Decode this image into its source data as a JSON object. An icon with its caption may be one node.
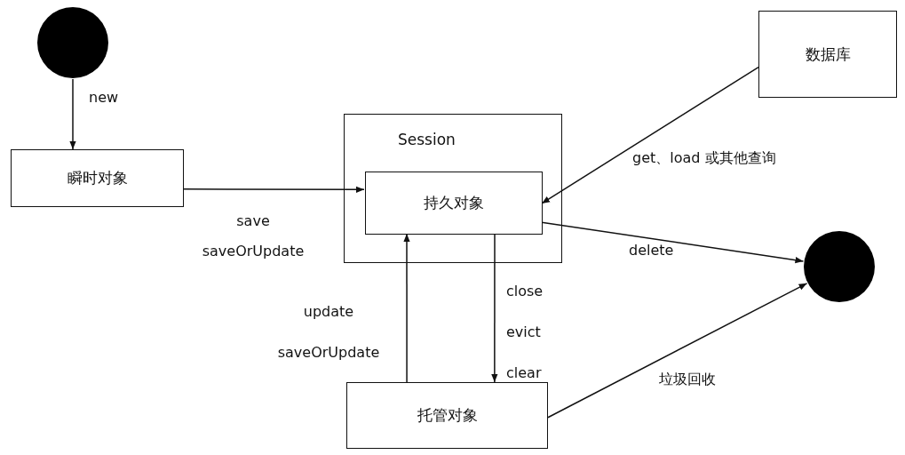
{
  "diagram": {
    "nodes": [
      {
        "text": [],
        "shape": "circle"
      },
      {
        "text": [
          "瞬时对象"
        ]
      },
      {
        "text": [
          "Session"
        ]
      },
      {
        "text": [
          "持久对象"
        ],
        "in": 2
      },
      {
        "text": [
          "数据库"
        ]
      },
      {
        "text": [],
        "shape": "circle"
      },
      {
        "text": [
          "托管对象"
        ]
      }
    ],
    "edges": [
      {
        "from": 0,
        "to": 1,
        "arrow": "to",
        "label": "new"
      },
      {
        "from": 1,
        "to": 3,
        "arrow": "to",
        "label": "save saveOrUpdate"
      },
      {
        "from": 4,
        "to": 3,
        "arrow": "to",
        "label": "get、load 或其他查询"
      },
      {
        "from": 3,
        "to": 5,
        "arrow": "to",
        "label": "delete"
      },
      {
        "from": 3,
        "to": 6,
        "arrow": "to",
        "label": "close evict clear"
      },
      {
        "from": 6,
        "to": 3,
        "arrow": "to",
        "label": "update saveOrUpdate"
      },
      {
        "from": 6,
        "to": 5,
        "arrow": "to",
        "label": "垃圾回收"
      }
    ]
  }
}
